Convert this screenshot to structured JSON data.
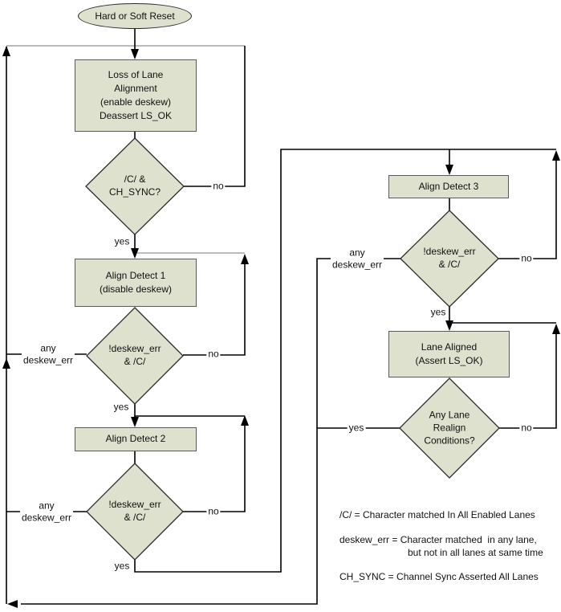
{
  "terminator": {
    "label": "Hard or Soft Reset"
  },
  "nodes": {
    "loss_of_lane": "Loss of Lane\nAlignment\n(enable deskew)\nDeassert LS_OK",
    "check_ch_sync": "/C/ &\nCH_SYNC?",
    "align_detect_1": "Align Detect 1\n(disable deskew)",
    "check_deskew_1": "!deskew_err\n& /C/",
    "align_detect_2": "Align Detect 2",
    "check_deskew_2": "!deskew_err\n& /C/",
    "align_detect_3": "Align Detect 3",
    "check_deskew_3": "!deskew_err\n& /C/",
    "lane_aligned": "Lane Aligned\n(Assert LS_OK)",
    "check_realign": "Any Lane\nRealign\nConditions?"
  },
  "labels": {
    "yes": "yes",
    "no": "no",
    "any_deskew_err": "any\ndeskew_err"
  },
  "legend": {
    "c_def": "/C/ = Character matched In All Enabled Lanes",
    "deskew_def_line1": "deskew_err = Character matched  in any lane,",
    "deskew_def_line2": "but not in all lanes at same time",
    "ch_sync_def": "CH_SYNC = Channel Sync Asserted All Lanes"
  },
  "colors": {
    "shape_fill": "#dde1cd",
    "shape_border": "#2b2b2b",
    "shape_border_box": "#595959",
    "connector": "#000000",
    "connector_gray": "#a3a3a3",
    "text": "#111111",
    "background": "#ffffff"
  }
}
